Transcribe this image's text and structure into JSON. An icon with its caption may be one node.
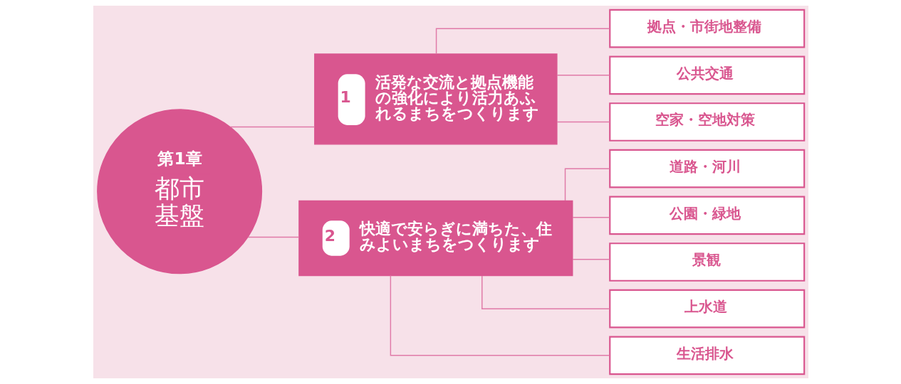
{
  "diagram": {
    "nodes": [
      {
        "text": [
          "第1章",
          "都市基盤"
        ]
      },
      {
        "text": [
          "1",
          "活発な交流と拠点機能の強化により活力あふれるまちをつくります"
        ]
      },
      {
        "text": [
          "2",
          "快適で安らぎに満ちた、住みよいまちをつくります"
        ]
      },
      {
        "text": [
          "拠点・市街地整備"
        ]
      },
      {
        "text": [
          "公共交通"
        ]
      },
      {
        "text": [
          "空家・空地対策"
        ]
      },
      {
        "text": [
          "道路・河川"
        ]
      },
      {
        "text": [
          "公園・緑地"
        ]
      },
      {
        "text": [
          "景観"
        ]
      },
      {
        "text": [
          "上水道"
        ]
      },
      {
        "text": [
          "生活排水"
        ]
      }
    ],
    "edges": [
      {
        "from": 0,
        "to": 1,
        "arrow": "none"
      },
      {
        "from": 0,
        "to": 2,
        "arrow": "none"
      },
      {
        "from": 1,
        "to": 3,
        "arrow": "none"
      },
      {
        "from": 1,
        "to": 4,
        "arrow": "none"
      },
      {
        "from": 1,
        "to": 5,
        "arrow": "none"
      },
      {
        "from": 2,
        "to": 6,
        "arrow": "none"
      },
      {
        "from": 2,
        "to": 7,
        "arrow": "none"
      },
      {
        "from": 2,
        "to": 8,
        "arrow": "none"
      },
      {
        "from": 2,
        "to": 9,
        "arrow": "none"
      },
      {
        "from": 2,
        "to": 10,
        "arrow": "none"
      }
    ]
  }
}
